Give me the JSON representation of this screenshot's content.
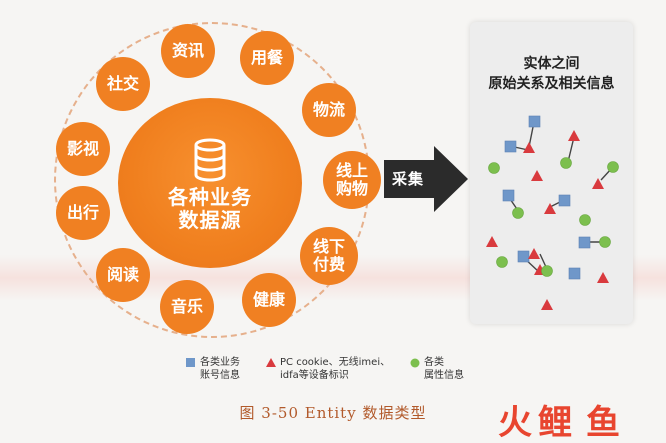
{
  "diagram": {
    "core": {
      "line1": "各种业务",
      "line2": "数据源"
    },
    "sources": [
      {
        "label": "资讯"
      },
      {
        "label": "用餐"
      },
      {
        "label": "物流"
      },
      {
        "label": "线上\n购物"
      },
      {
        "label": "线下\n付费"
      },
      {
        "label": "健康"
      },
      {
        "label": "音乐"
      },
      {
        "label": "阅读"
      },
      {
        "label": "出行"
      },
      {
        "label": "影视"
      },
      {
        "label": "社交"
      }
    ],
    "arrow_label": "采集",
    "panel_title_line1": "实体之间",
    "panel_title_line2": "原始关系及相关信息"
  },
  "legend": {
    "business_account": {
      "line1": "各类业务",
      "line2": "账号信息",
      "color": "#6f97c9",
      "shape": "square"
    },
    "device_id": {
      "line1": "PC cookie、无线imei、",
      "line2": "idfa等设备标识",
      "color": "#d93a3e",
      "shape": "triangle"
    },
    "attributes": {
      "line1": "各类",
      "line2": "属性信息",
      "color": "#7cbf4e",
      "shape": "circle"
    }
  },
  "caption": "图 3-50  Entity 数据类型",
  "watermark": {
    "text": "火鲤鱼"
  },
  "colors": {
    "orange": "#f08022",
    "dark_arrow": "#2b2b2b",
    "red": "#d93a3e",
    "blue": "#6f97c9",
    "green": "#7cbf4e"
  }
}
